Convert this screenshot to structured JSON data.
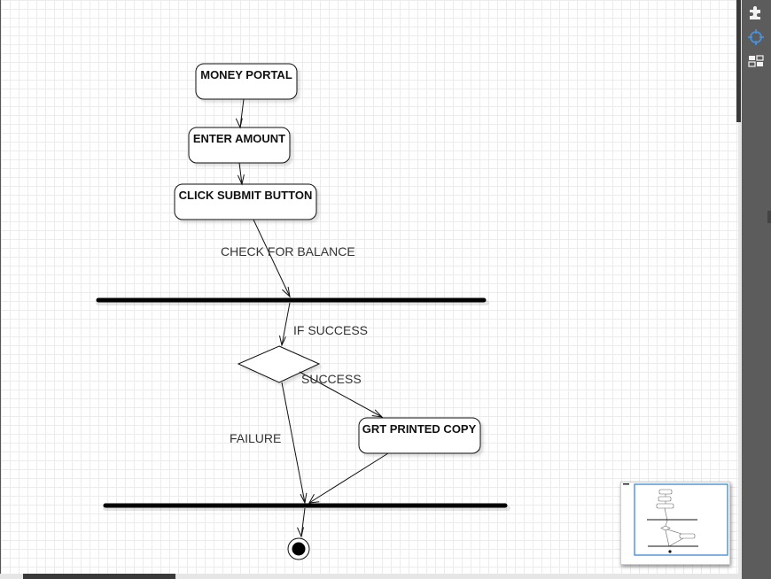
{
  "diagram": {
    "nodes": {
      "money_portal": "MONEY PORTAL",
      "enter_amount": "ENTER AMOUNT",
      "click_submit": "CLICK SUBMIT BUTTON",
      "printed_copy": "GRT PRINTED COPY"
    },
    "edge_labels": {
      "check_balance": "CHECK FOR BALANCE",
      "if_success": "IF SUCCESS",
      "success": "SUCCESS",
      "failure": "FAILURE"
    }
  },
  "toolbar": {
    "icons": [
      "puzzle-icon",
      "crosshair-icon",
      "layout-icon"
    ]
  },
  "colors": {
    "toolbar_bg": "#5c5c5c",
    "accent_blue": "#4a90d9",
    "grid_line": "#ececec"
  }
}
